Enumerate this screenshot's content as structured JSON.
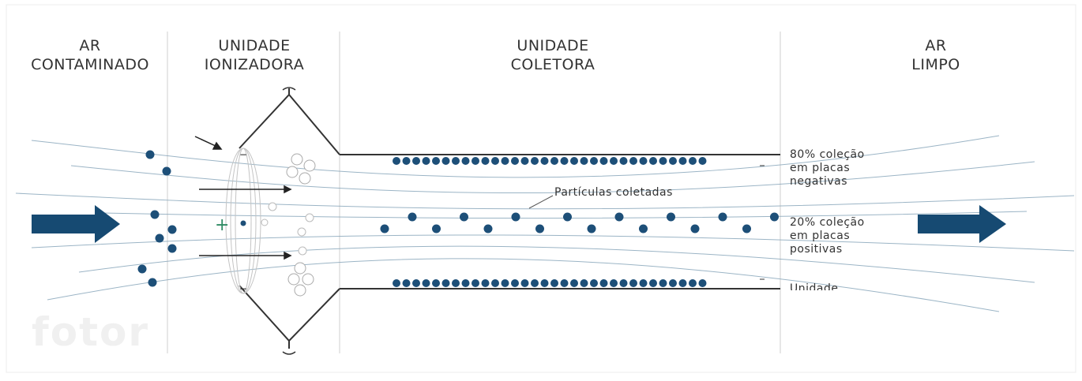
{
  "headers": {
    "ar_contaminado": [
      "AR",
      "CONTAMINADO"
    ],
    "unidade_ionizadora": [
      "UNIDADE",
      "IONIZADORA"
    ],
    "unidade_coletora": [
      "UNIDADE",
      "COLETORA"
    ],
    "ar_limpo": [
      "AR",
      "LIMPO"
    ]
  },
  "labels": {
    "particles_collected": "Partículas coletadas",
    "negative_plates": [
      "80% coleção",
      "em placas",
      "negativas"
    ],
    "positive_plates": [
      "20% coleção",
      "em placas",
      "positivas"
    ],
    "unit_cut": "Unidade"
  },
  "symbols": {
    "plus": "+",
    "minus": "−"
  },
  "watermark": "fotor",
  "colors": {
    "particle": "#1d4f78",
    "arrow": "#164a72",
    "line": "#333333",
    "flow": "#8aa8bc",
    "divider": "#cfcfcf",
    "plus": "#2e8a63"
  }
}
